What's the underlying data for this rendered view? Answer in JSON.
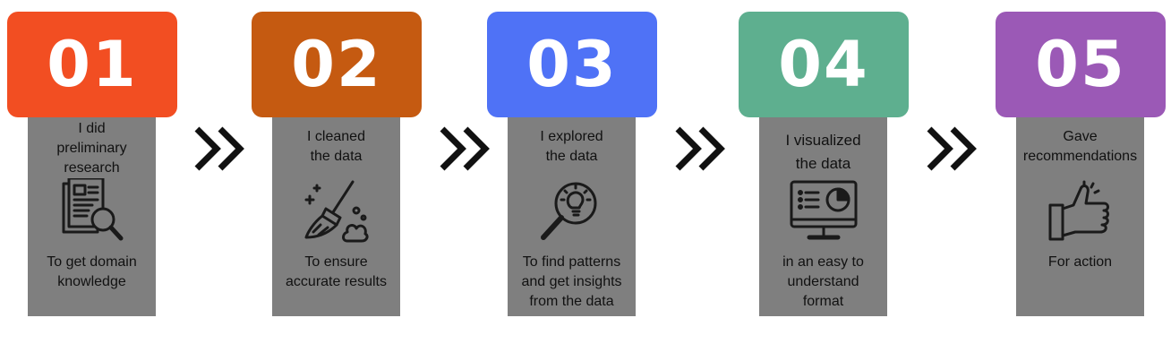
{
  "steps": [
    {
      "num": "01",
      "color": "#f24e22",
      "top_text": "I did\npreliminary\nresearch",
      "bottom_text": "To get domain\nknowledge",
      "icon": "research-document-magnifier-icon"
    },
    {
      "num": "02",
      "color": "#c55a11",
      "top_text": "I cleaned\nthe data",
      "bottom_text": "To ensure\naccurate results",
      "icon": "broom-cleaning-icon"
    },
    {
      "num": "03",
      "color": "#4f72f6",
      "top_text": "I explored\nthe data",
      "bottom_text": "To find patterns\nand get insights\nfrom the data",
      "icon": "magnifier-lightbulb-icon"
    },
    {
      "num": "04",
      "color": "#5eaf8f",
      "top_text": "I visualized\nthe data",
      "bottom_text": "in an easy to\nunderstand\nformat",
      "icon": "monitor-dashboard-icon"
    },
    {
      "num": "05",
      "color": "#9b59b6",
      "top_text": "Gave\nrecommendations",
      "bottom_text": "For action",
      "icon": "thumbs-up-icon"
    }
  ],
  "colors": {
    "panel": "#7f7f7f",
    "arrow": "#111111",
    "icon_stroke": "#1a1a1a"
  }
}
